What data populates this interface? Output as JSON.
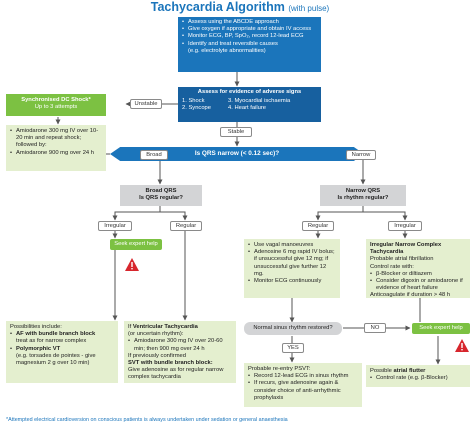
{
  "title": {
    "main": "Tachycardia Algorithm",
    "sub": "(with pulse)"
  },
  "assess_box": {
    "items": [
      "Assess using the ABCDE approach",
      "Give oxygen if appropriate and obtain IV access",
      "Monitor ECG, BP, SpO₂, record 12-lead ECG",
      "Identify and treat reversible causes",
      "(e.g. electrolyte abnormalities)"
    ]
  },
  "adverse_box": {
    "title": "Assess for evidence of adverse signs",
    "signs": [
      "1. Shock",
      "2. Syncope",
      "3. Myocardial ischaemia",
      "4. Heart failure"
    ]
  },
  "labels": {
    "unstable": "Unstable",
    "stable": "Stable",
    "broad": "Broad",
    "narrow": "Narrow",
    "irregular_left": "Irregular",
    "regular_left": "Regular",
    "regular_right": "Regular",
    "irregular_right": "Irregular",
    "yes": "YES",
    "no": "NO"
  },
  "shock_box": {
    "title": "Synchronised DC Shock*",
    "subtitle": "Up to 3 attempts"
  },
  "amiodarone_box": {
    "items": [
      "Amiodarone 300 mg IV over 10-20 min and repeat shock; followed by:",
      "Amiodarone 900 mg over 24 h"
    ]
  },
  "qrs_box": {
    "text": "Is QRS narrow (< 0.12 sec)?"
  },
  "broad_qrs": {
    "line1": "Broad QRS",
    "line2": "Is QRS regular?"
  },
  "narrow_qrs": {
    "line1": "Narrow QRS",
    "line2": "Is rhythm regular?"
  },
  "expert_help_left": "Seek expert help",
  "expert_help_right": "Seek expert help",
  "possibilities_box": {
    "intro": "Possibilities include:",
    "af_bold": "AF with bundle branch block",
    "af_rest": "treat as for narrow complex",
    "poly_bold": "Polymorphic VT",
    "poly_rest": "(e.g. torsades de pointes - give magnesium 2 g over 10 min)"
  },
  "vt_box": {
    "if": "If ",
    "vt_bold": "Ventricular Tachycardia",
    "uncertain": "(or uncertain rhythm):",
    "amio1": "Amiodarone 300 mg IV over 20-60 min; then 900 mg over 24 h",
    "prev": "If previously confirmed",
    "svt_bold": "SVT with bundle branch block:",
    "svt_rest": "Give adenosine as for regular narrow complex tachycardia"
  },
  "vagal_box": {
    "items": [
      "Use vagal manoeuvres",
      "Adenosine 6 mg rapid IV bolus; if unsuccessful give 12 mg; if unsuccessful give further 12 mg.",
      "Monitor ECG continuously"
    ]
  },
  "irregular_narrow_box": {
    "title": "Irregular Narrow Complex Tachycardia",
    "lines": [
      "Probable atrial fibrillation",
      "Control rate with:"
    ],
    "items": [
      "β-Blocker or diltiazem",
      "Consider digoxin or amiodarone if evidence of heart failure"
    ],
    "anticoag": "Anticoagulate if duration > 48 h"
  },
  "sinus_box": {
    "text": "Normal sinus rhythm restored?"
  },
  "psvt_box": {
    "title": "Probable re-entry PSVT:",
    "items": [
      "Record 12-lead ECG in sinus rhythm",
      "If recurs, give adenosine again & consider choice of anti-arrhythmic prophylaxis"
    ]
  },
  "flutter_box": {
    "possible": "Possible ",
    "flutter_bold": "atrial flutter",
    "items": [
      "Control rate (e.g. β-Blocker)"
    ]
  },
  "warning_icons": [
    "warning-icon-left",
    "warning-icon-right"
  ],
  "footnote": "*Attempted electrical cardioversion on conscious patients is always undertaken under sedation or general anaesthesia",
  "colors": {
    "blue": "#1b75bb",
    "dark_blue": "#17609f",
    "green": "#7cc142",
    "light_green": "#e4efcf",
    "grey": "#d3d4d6",
    "warning_red": "#d7262d"
  }
}
